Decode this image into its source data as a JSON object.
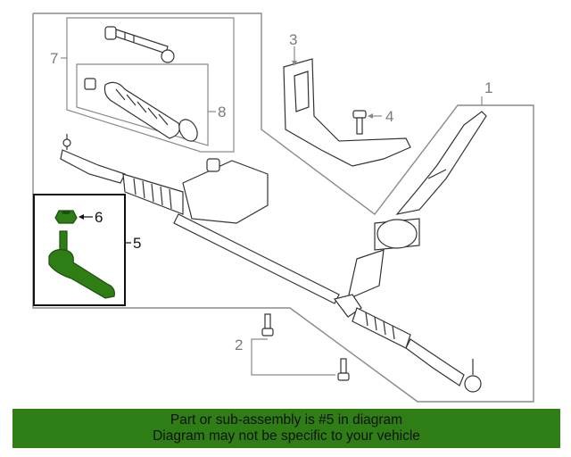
{
  "diagram": {
    "callouts": [
      {
        "id": "1",
        "label": "1"
      },
      {
        "id": "2",
        "label": "2"
      },
      {
        "id": "3",
        "label": "3"
      },
      {
        "id": "4",
        "label": "4"
      },
      {
        "id": "5",
        "label": "5"
      },
      {
        "id": "6",
        "label": "6"
      },
      {
        "id": "7",
        "label": "7"
      },
      {
        "id": "8",
        "label": "8"
      }
    ],
    "highlight_part": "5",
    "colors": {
      "line": "#8a8a8a",
      "highlight": "#2e7d15",
      "highlight_dark": "#1c4f0c",
      "banner": "#2e7d15"
    }
  },
  "banner": {
    "line1": "Part or sub-assembly is #5 in diagram",
    "line2": "Diagram may not be specific to your vehicle"
  }
}
